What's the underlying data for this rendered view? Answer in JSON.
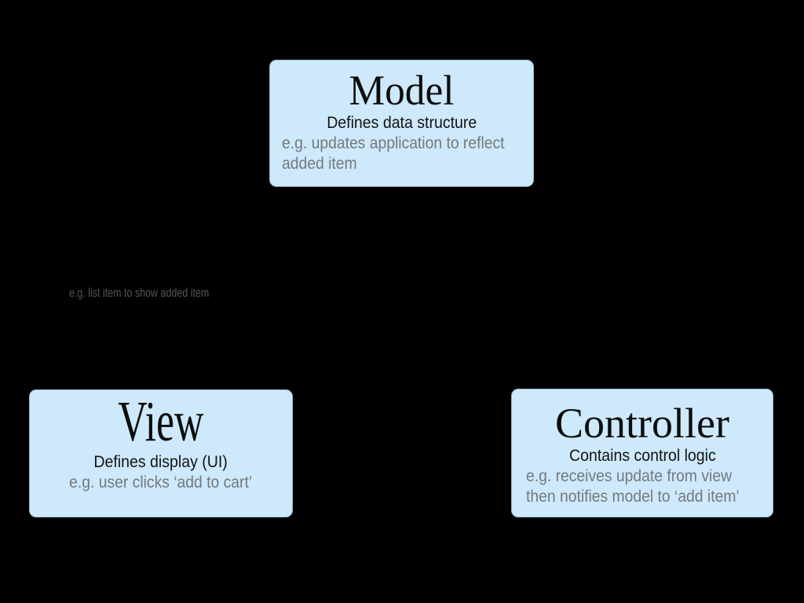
{
  "diagram_type": "mvc-architecture",
  "palette": {
    "background": "#000000",
    "box_fill": "#cde9fb",
    "box_border": "#96b7ca",
    "title_color": "#0d0d0d",
    "subtitle_color": "#141414",
    "example_text_color": "#75797d",
    "floating_label_color": "#53575b"
  },
  "boxes": {
    "model": {
      "title": "Model",
      "subtitle": "Defines data structure",
      "example_lines": [
        "e.g. updates application to reflect",
        "added item"
      ]
    },
    "view": {
      "title": "View",
      "subtitle": "Defines display (UI)",
      "example_lines": [
        "e.g. user clicks ‘add to cart’"
      ]
    },
    "controller": {
      "title": "Controller",
      "subtitle": "Contains control logic",
      "example_lines": [
        "e.g. receives update from view",
        "then notifies model to ‘add item’"
      ]
    }
  },
  "floating_label": {
    "text": "e.g. list item to show added item"
  }
}
